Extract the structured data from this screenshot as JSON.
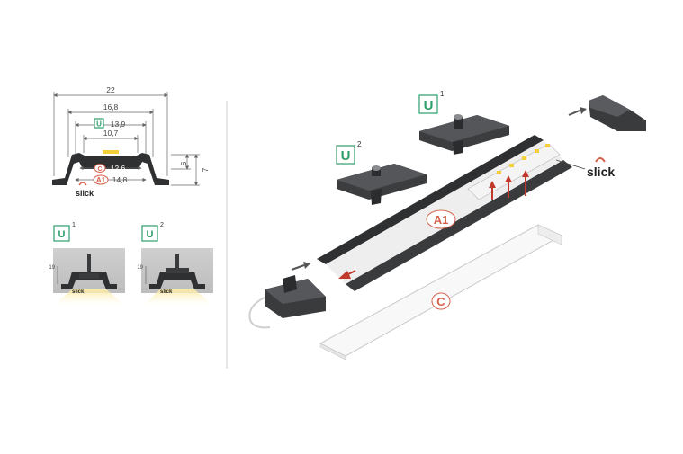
{
  "cross_section": {
    "dimensions": {
      "width_outer": "22",
      "width_top": "16,8",
      "width_u": "13,9",
      "width_inner": "10,7",
      "width_c": "12,6",
      "width_a1": "14,8",
      "height_6": "6",
      "height_7": "7"
    },
    "labels": {
      "u": "U",
      "c": "C",
      "a1": "A1",
      "slick": "slick"
    }
  },
  "variants": [
    {
      "letter": "U",
      "index": "1",
      "dim": "19",
      "brand": "slick"
    },
    {
      "letter": "U",
      "index": "2",
      "dim": "19",
      "brand": "slick"
    }
  ],
  "exploded": {
    "clip_u1": {
      "letter": "U",
      "index": "1"
    },
    "clip_u2": {
      "letter": "U",
      "index": "2"
    },
    "profile_label": "A1",
    "cover_label": "C",
    "brand": "slick"
  },
  "colors": {
    "green": "#2e9e6a",
    "red": "#d6604a",
    "arrow_red": "#c0392b",
    "profile_dark": "#3a3b3d"
  }
}
